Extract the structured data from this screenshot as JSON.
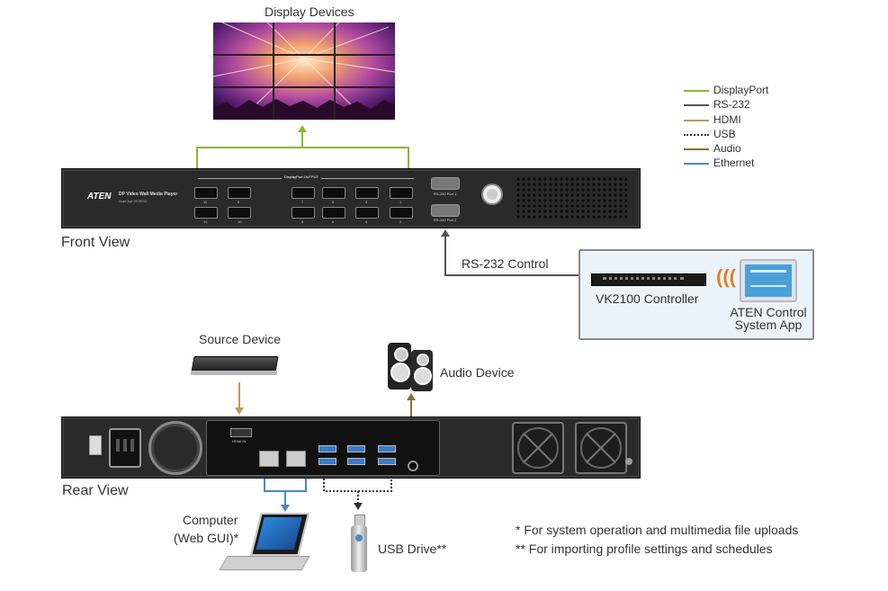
{
  "labels": {
    "display_devices": "Display Devices",
    "front_view": "Front View",
    "rear_view": "Rear View",
    "source_device": "Source Device",
    "audio_device": "Audio Device",
    "rs232_control": "RS-232 Control",
    "vk2100": "VK2100 Controller",
    "aten_app_line1": "ATEN Control",
    "aten_app_line2": "System App",
    "computer_line1": "Computer",
    "computer_line2": "(Web GUI)*",
    "usb_drive": "USB Drive**"
  },
  "front_panel": {
    "brand": "ATEN",
    "model": "DP Video Wall Media Player",
    "model_sub": "VueCept VE3033",
    "dp_output_label": "DisplayPort OUTPUT",
    "port_numbers_top": [
      "11",
      "9",
      "7",
      "5",
      "3",
      "1"
    ],
    "port_numbers_bottom": [
      "12",
      "10",
      "8",
      "6",
      "4",
      "2"
    ],
    "rs232_port1": "RS-232 Port 1",
    "rs232_port2": "RS-232 Port 2"
  },
  "rear_panel": {
    "hdmi_in_label": "HDMI IN"
  },
  "legend": [
    {
      "name": "DisplayPort",
      "color": "#8ab833",
      "style": "solid"
    },
    {
      "name": "RS-232",
      "color": "#555555",
      "style": "solid"
    },
    {
      "name": "HDMI",
      "color": "#b0a060",
      "style": "solid"
    },
    {
      "name": "USB",
      "color": "#333333",
      "style": "dotted"
    },
    {
      "name": "Audio",
      "color": "#8a6d3b",
      "style": "solid"
    },
    {
      "name": "Ethernet",
      "color": "#4a8ac4",
      "style": "solid"
    }
  ],
  "notes": [
    "* For system operation and multimedia file uploads",
    "** For importing profile settings and schedules"
  ]
}
